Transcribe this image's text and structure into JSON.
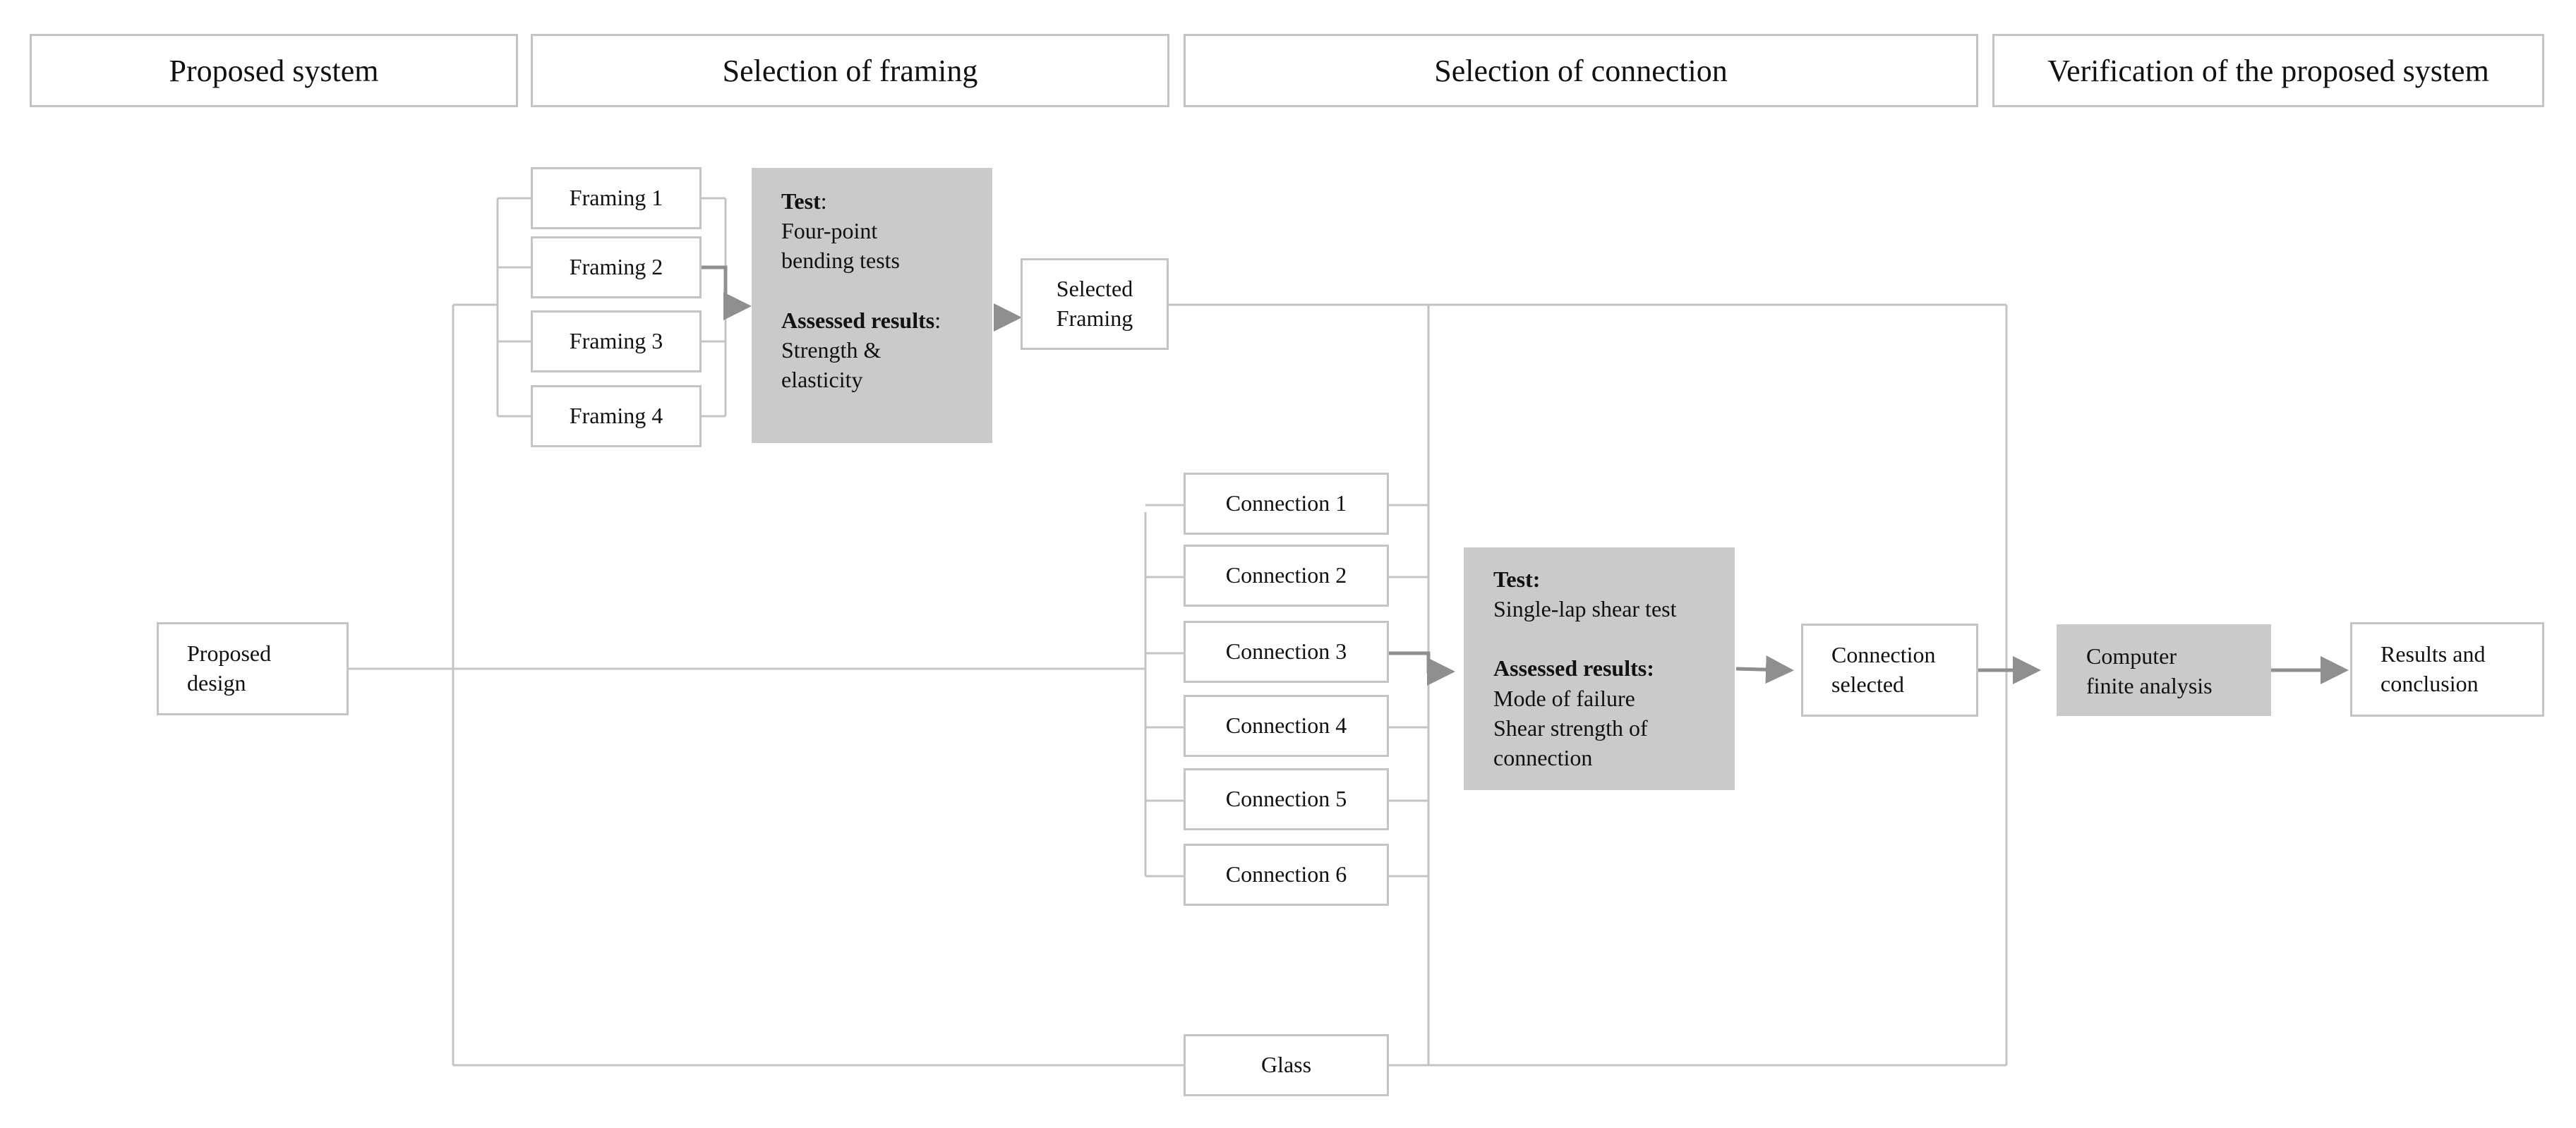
{
  "headers": {
    "proposed_system": "Proposed system",
    "selection_framing": "Selection of framing",
    "selection_connection": "Selection of connection",
    "verification": "Verification of the proposed system"
  },
  "nodes": {
    "proposed_design": [
      "Proposed",
      "design"
    ],
    "framings": [
      "Framing 1",
      "Framing 2",
      "Framing 3",
      "Framing 4"
    ],
    "framing_test": {
      "test_label": "Test",
      "test_sep": ":",
      "test_lines": [
        "Four-point",
        "bending tests"
      ],
      "assessed_label": "Assessed results",
      "assessed_sep": ":",
      "assessed_lines": [
        "Strength &",
        "elasticity"
      ]
    },
    "selected_framing": [
      "Selected",
      "Framing"
    ],
    "connections": [
      "Connection 1",
      "Connection 2",
      "Connection 3",
      "Connection 4",
      "Connection 5",
      "Connection 6"
    ],
    "glass": "Glass",
    "connection_test": {
      "test_label": "Test:",
      "test_lines": [
        "Single-lap shear test"
      ],
      "assessed_label": "Assessed results:",
      "assessed_lines": [
        "Mode of failure",
        "Shear strength of",
        "connection"
      ]
    },
    "connection_selected": [
      "Connection",
      "selected"
    ],
    "computer_analysis": [
      "Computer",
      "finite analysis"
    ],
    "results": [
      "Results and",
      "conclusion"
    ]
  }
}
